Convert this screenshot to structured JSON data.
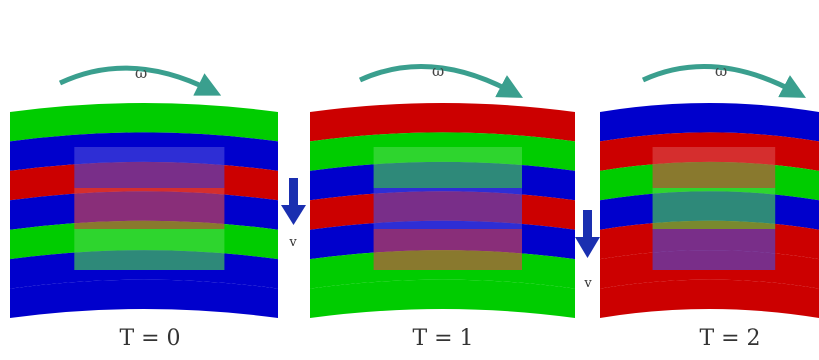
{
  "colors": {
    "red": "#cc0000",
    "green": "#00cc00",
    "blue": "#0000cc",
    "arrow_teal": "#3a9f8e",
    "arrow_blue": "#1a2fb0"
  },
  "rotation_label": "ω",
  "velocity_label": "v",
  "panels": [
    {
      "time_label": "T = 0",
      "stripes_outer": [
        "green",
        "blue",
        "red",
        "blue",
        "green",
        "blue",
        "blue"
      ],
      "stripes_inner": [
        "blue",
        "red",
        "green"
      ]
    },
    {
      "time_label": "T = 1",
      "stripes_outer": [
        "red",
        "green",
        "blue",
        "red",
        "blue",
        "green",
        "green"
      ],
      "stripes_inner": [
        "green",
        "blue",
        "red"
      ]
    },
    {
      "time_label": "T = 2",
      "stripes_outer": [
        "blue",
        "red",
        "green",
        "blue",
        "red",
        "red",
        "red"
      ],
      "stripes_inner": [
        "red",
        "green",
        "blue"
      ]
    }
  ]
}
